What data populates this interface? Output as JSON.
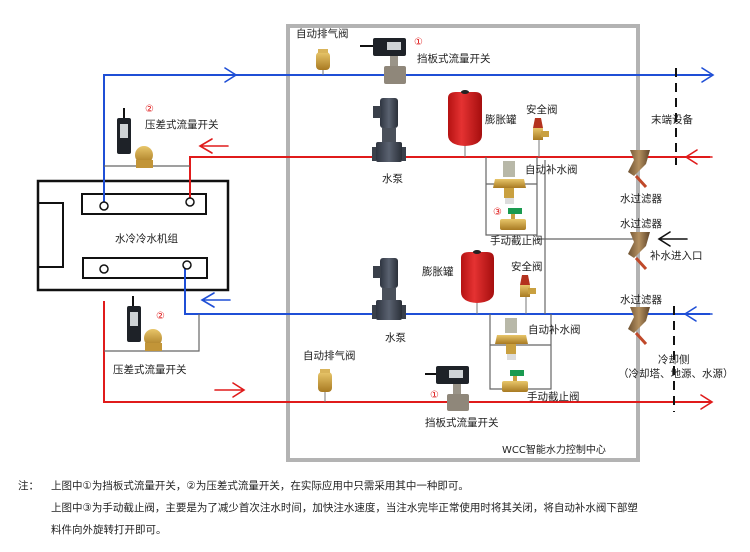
{
  "colors": {
    "supply_blue": "#1f4fd6",
    "return_red": "#e01b1b",
    "box_gray": "#b3b3b3",
    "pipe_gray": "#666666",
    "tank_red": "#d42020",
    "brass": "#c9a040",
    "label_red": "#d11111"
  },
  "control_center": {
    "label": "WCC智能水力控制中心"
  },
  "chiller": {
    "label": "水冷冷水机组"
  },
  "top_loop": {
    "air_vent_label": "自动排气阀",
    "paddle_switch_marker": "①",
    "paddle_switch_label": "挡板式流量开关",
    "diff_switch_marker": "②",
    "diff_switch_label": "压差式流量开关",
    "pump_label": "水泵",
    "tank_label": "膨胀罐",
    "safety_valve_label": "安全阀",
    "auto_fill_valve_label": "自动补水阀",
    "manual_valve_marker": "③",
    "manual_valve_label": "手动截止阀",
    "filter_label": "水过滤器",
    "terminal_label": "末端设备"
  },
  "makeup": {
    "filter_label": "水过滤器",
    "inlet_label": "补水进入口"
  },
  "bottom_loop": {
    "pump_label": "水泵",
    "tank_label": "膨胀罐",
    "safety_valve_label": "安全阀",
    "auto_fill_valve_label": "自动补水阀",
    "manual_valve_label": "手动截止阀",
    "air_vent_label": "自动排气阀",
    "paddle_switch_marker": "①",
    "paddle_switch_label": "挡板式流量开关",
    "diff_switch_marker": "②",
    "diff_switch_label": "压差式流量开关",
    "filter_label": "水过滤器",
    "cooling_side_label": "冷却侧",
    "cooling_side_detail": "（冷却塔、地源、水源）"
  },
  "notes": {
    "prefix": "注：",
    "line1": "上图中①为挡板式流量开关，②为压差式流量开关，在实际应用中只需采用其中一种即可。",
    "line2": "上图中③为手动截止阀，主要是为了减少首次注水时间，加快注水速度，当注水完毕正常使用时将其关闭，将自动补水阀下部塑",
    "line3": "料件向外旋转打开即可。"
  }
}
